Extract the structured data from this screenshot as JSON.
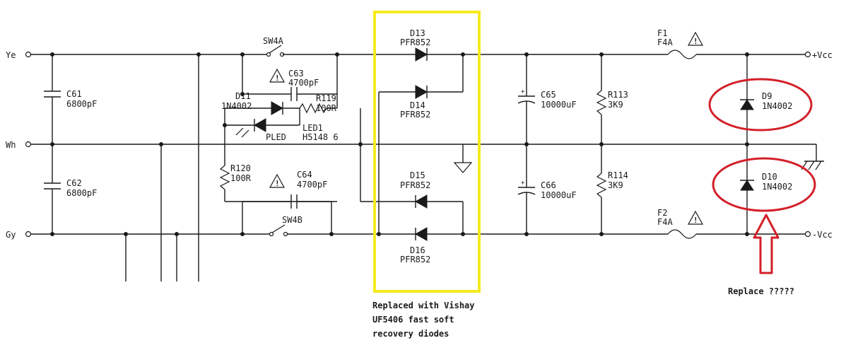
{
  "nets": {
    "ye": "Ye",
    "wh": "Wh",
    "gy": "Gy",
    "vcc_pos": "+Vcc",
    "vcc_neg": "-Vcc"
  },
  "components": {
    "c61": {
      "ref": "C61",
      "value": "6800pF"
    },
    "c62": {
      "ref": "C62",
      "value": "6800pF"
    },
    "sw4a": {
      "ref": "SW4A"
    },
    "sw4b": {
      "ref": "SW4B"
    },
    "c63": {
      "ref": "C63",
      "value": "4700pF"
    },
    "c64": {
      "ref": "C64",
      "value": "4700pF"
    },
    "d11": {
      "ref": "D11",
      "value": "1N4002"
    },
    "r119": {
      "ref": "R119",
      "value": "100R"
    },
    "led1": {
      "ref": "LED1",
      "pled": "PLED",
      "value": "H5148 6"
    },
    "r120": {
      "ref": "R120",
      "value": "100R"
    },
    "d13": {
      "ref": "D13",
      "value": "PFR852"
    },
    "d14": {
      "ref": "D14",
      "value": "PFR852"
    },
    "d15": {
      "ref": "D15",
      "value": "PFR852"
    },
    "d16": {
      "ref": "D16",
      "value": "PFR852"
    },
    "c65": {
      "ref": "C65",
      "value": "10000uF"
    },
    "c66": {
      "ref": "C66",
      "value": "10000uF"
    },
    "r113": {
      "ref": "R113",
      "value": "3K9"
    },
    "r114": {
      "ref": "R114",
      "value": "3K9"
    },
    "f1": {
      "ref": "F1",
      "value": "F4A"
    },
    "f2": {
      "ref": "F2",
      "value": "F4A"
    },
    "d9": {
      "ref": "D9",
      "value": "1N4002"
    },
    "d10": {
      "ref": "D10",
      "value": "1N4002"
    }
  },
  "annotations": {
    "replaced_note": [
      "Replaced with Vishay",
      "UF5406 fast soft",
      "recovery diodes"
    ],
    "replace_note": "Replace ?????",
    "highlight_color": "#f5ea1e",
    "annotation_color": "#d3202a"
  }
}
